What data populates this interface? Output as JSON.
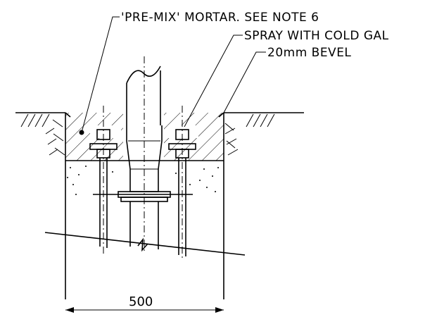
{
  "labels": {
    "premix": "'PRE-MIX' MORTAR. SEE NOTE 6",
    "spray": "SPRAY WITH COLD GAL",
    "bevel": "20mm BEVEL"
  },
  "dimension": {
    "width_text": "500"
  }
}
